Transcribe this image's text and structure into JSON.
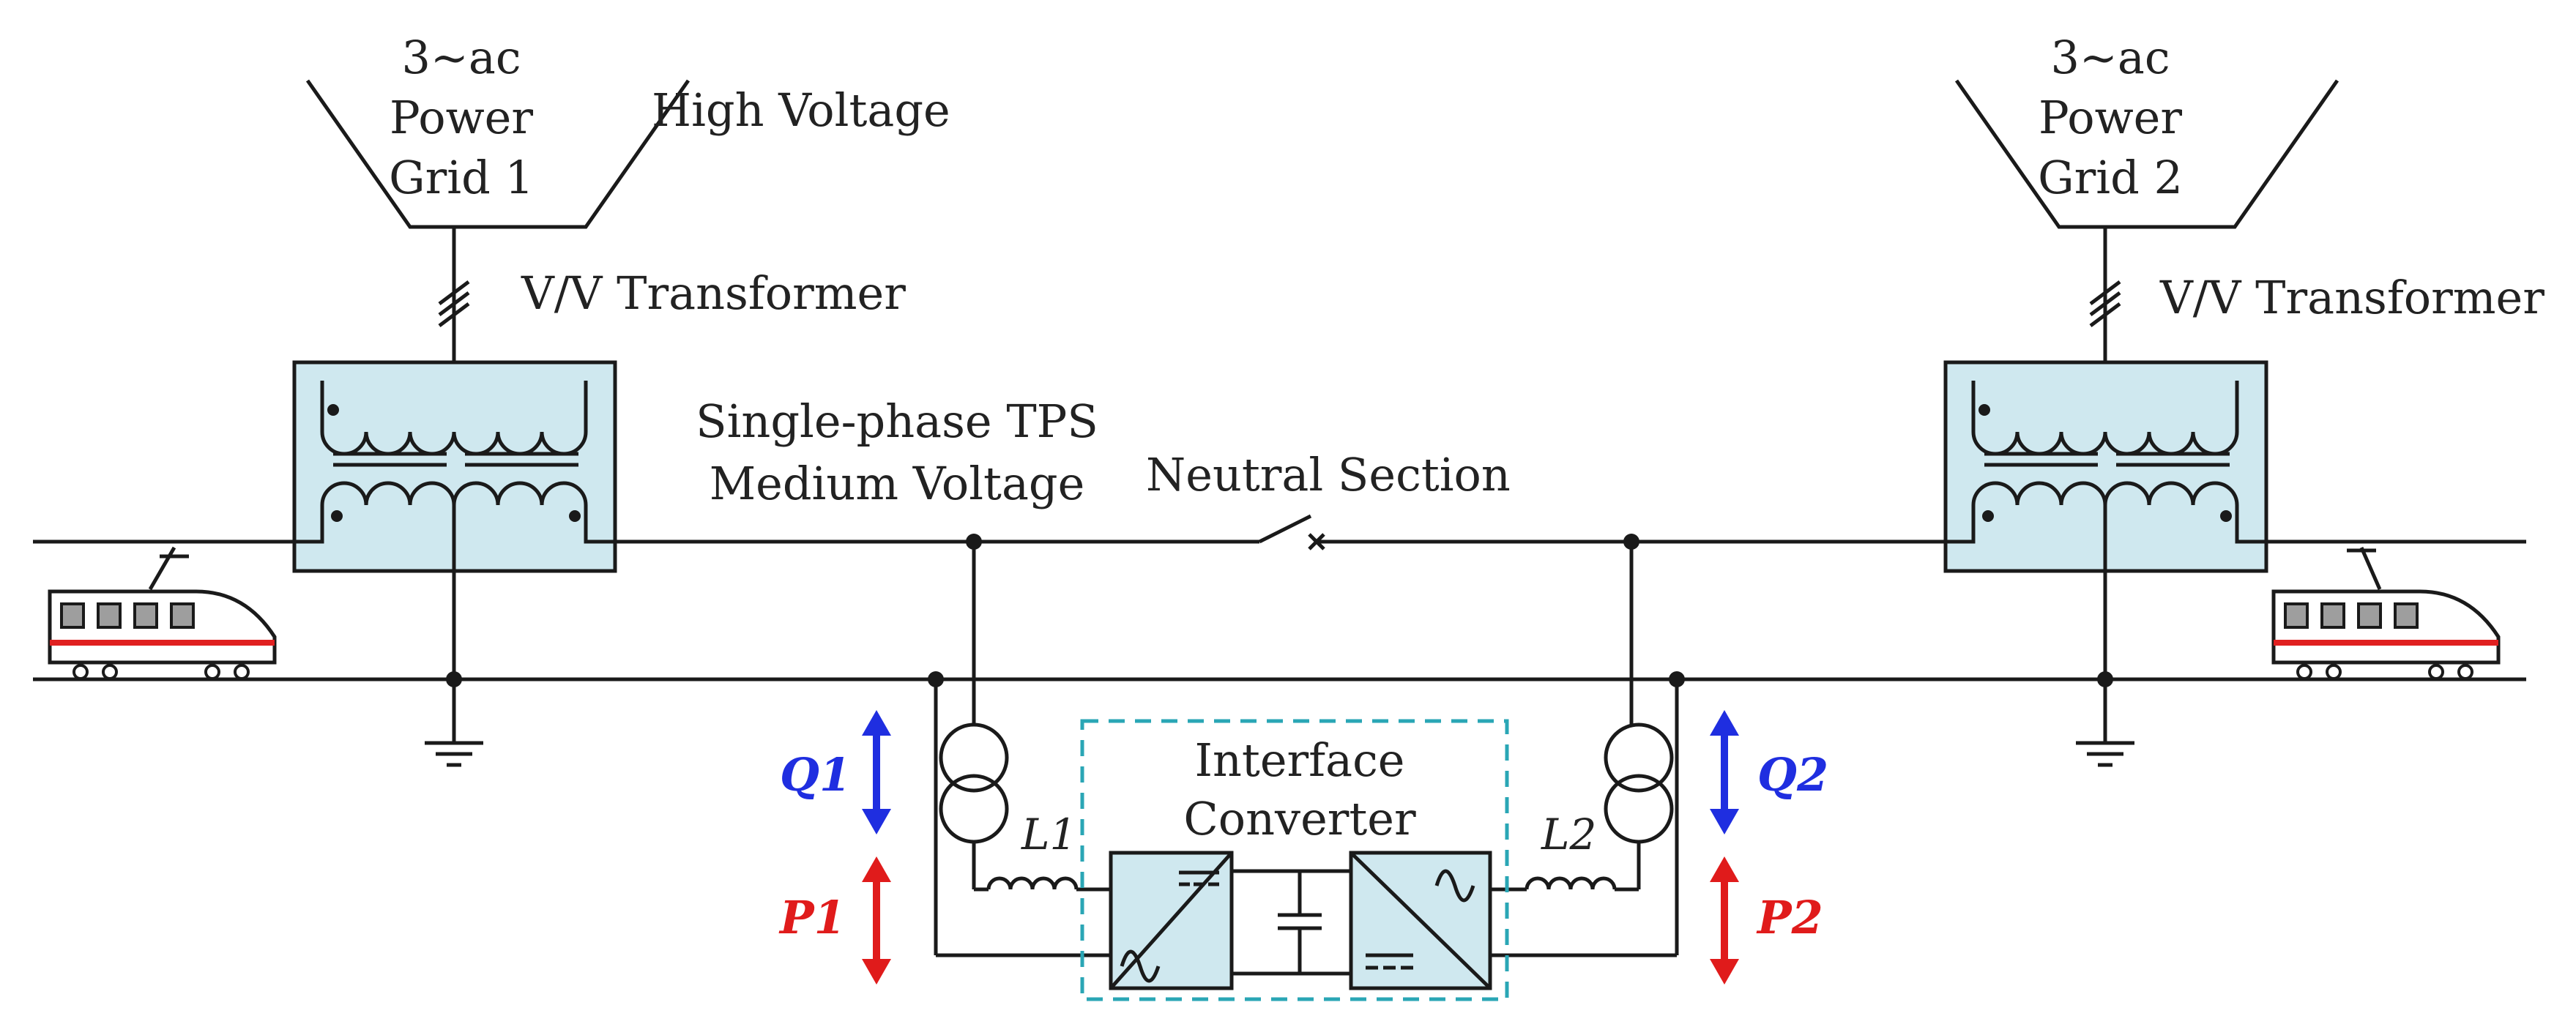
{
  "grid1": {
    "line1": "3~ac",
    "line2": "Power",
    "line3": "Grid 1"
  },
  "grid2": {
    "line1": "3~ac",
    "line2": "Power",
    "line3": "Grid 2"
  },
  "labels": {
    "high_voltage": "High Voltage",
    "transformer_left": "V/V Transformer",
    "transformer_right": "V/V Transformer",
    "tps_line1": "Single-phase TPS",
    "tps_line2": "Medium Voltage",
    "neutral_section": "Neutral Section",
    "converter_line1": "Interface",
    "converter_line2": "Converter",
    "L1": "L1",
    "L2": "L2",
    "Q1": "Q1",
    "Q2": "Q2",
    "P1": "P1",
    "P2": "P2"
  },
  "colors": {
    "reactive_power": "#1f2ee0",
    "active_power": "#e01b1b",
    "equipment_fill": "#cfe8ef",
    "converter_border": "#2aa6b5",
    "train_stripe": "#e02020",
    "train_window": "#9e9e9e"
  }
}
